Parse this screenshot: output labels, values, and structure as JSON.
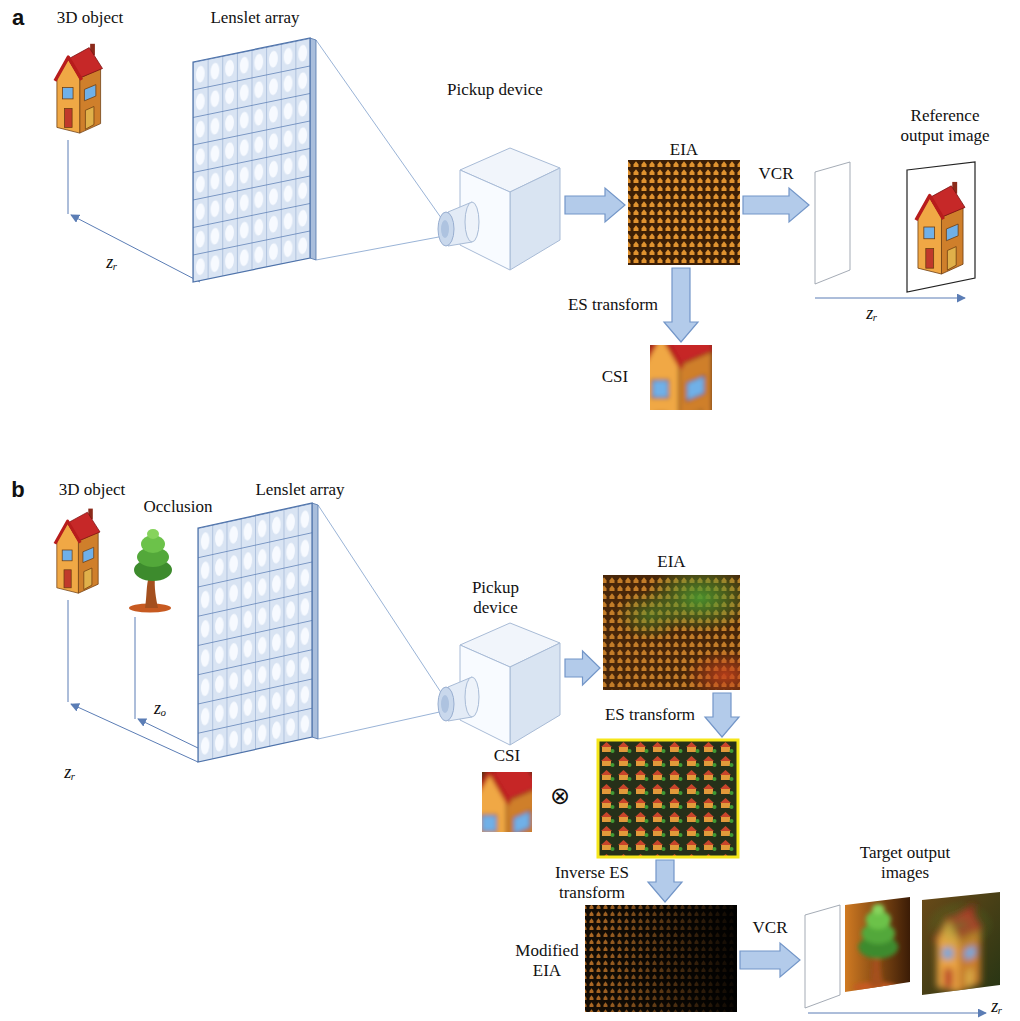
{
  "diagram": {
    "nodes": [
      {
        "text": [
          "Pickup device"
        ]
      },
      {
        "text": [
          "EIA"
        ]
      },
      {
        "text": [
          "Reference output image"
        ]
      },
      {
        "text": [
          "CSI"
        ]
      },
      {
        "text": [
          "Pickup device"
        ]
      },
      {
        "text": [
          "EIA"
        ]
      },
      {
        "text": [
          "CSI",
          "⊗"
        ]
      },
      {
        "text": [
          "Modified EIA"
        ]
      },
      {
        "text": [
          "Target output images"
        ]
      }
    ],
    "edges": [
      {
        "from": 0,
        "to": 1,
        "arrow": "to"
      },
      {
        "from": 1,
        "to": 2,
        "label": "VCR",
        "arrow": "to"
      },
      {
        "from": 1,
        "to": 3,
        "label": "ES transform",
        "arrow": "to"
      },
      {
        "from": 4,
        "to": 5,
        "arrow": "to"
      },
      {
        "from": 5,
        "to": 6,
        "label": "ES transform",
        "arrow": "to"
      },
      {
        "from": 6,
        "to": 7,
        "label": "Inverse ES transform",
        "arrow": "to"
      },
      {
        "from": 7,
        "to": 8,
        "label": "VCR",
        "arrow": "to"
      }
    ],
    "labels": [
      "a",
      "3D object",
      "Lenslet array",
      "zᵣ",
      "zᵣ",
      "b",
      "3D object",
      "Occlusion",
      "Lenslet array",
      "zₒ",
      "zᵣ",
      "zᵣ"
    ]
  }
}
